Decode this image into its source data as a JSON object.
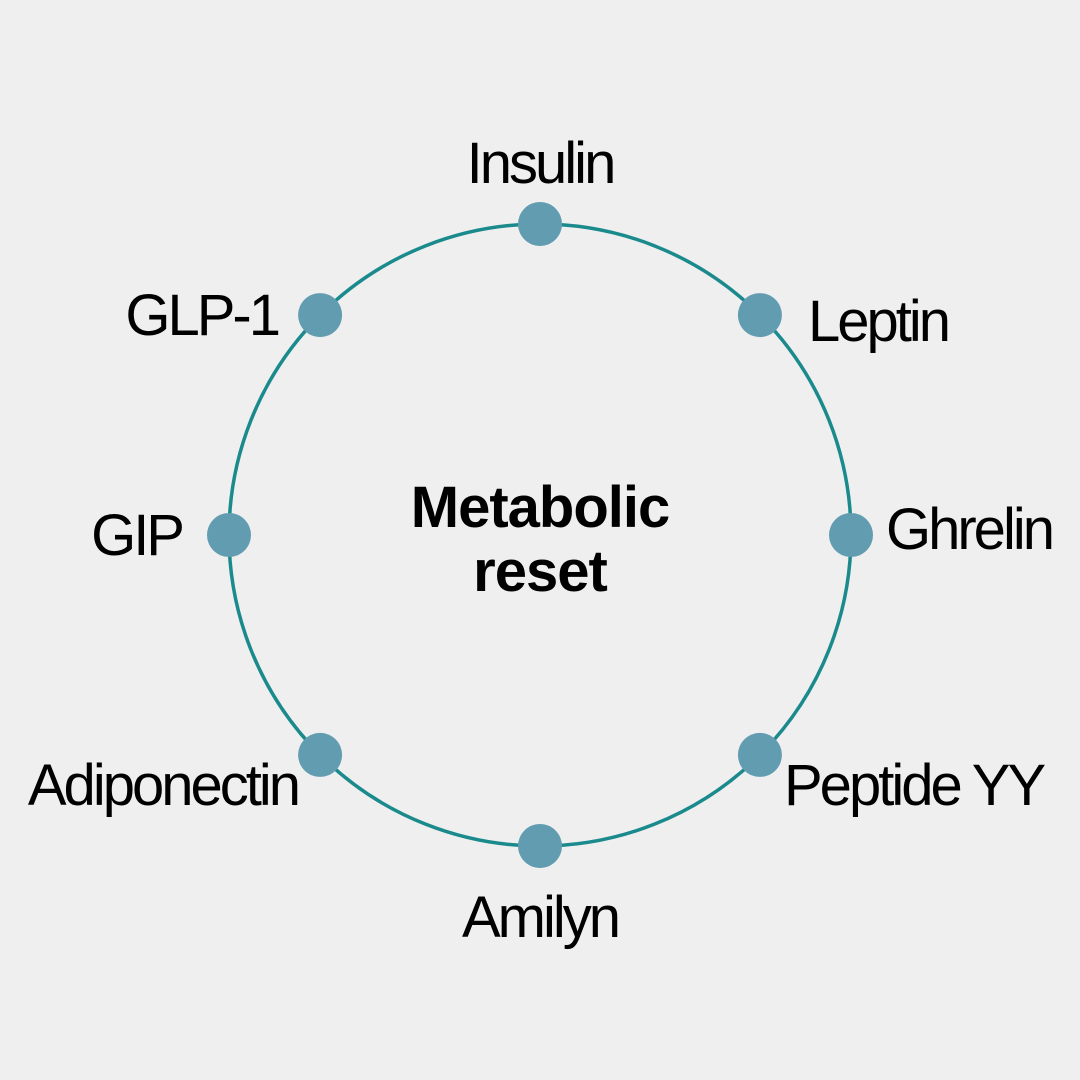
{
  "diagram": {
    "center": {
      "line1": "Metabolic",
      "line2": "reset"
    },
    "nodes": [
      {
        "label": "Insulin"
      },
      {
        "label": "Leptin"
      },
      {
        "label": "Ghrelin"
      },
      {
        "label": "Peptide YY"
      },
      {
        "label": "Amilyn"
      },
      {
        "label": "Adiponectin"
      },
      {
        "label": "GIP"
      },
      {
        "label": "GLP-1"
      }
    ],
    "colors": {
      "ring": "#1a8a8c",
      "node": "#619cb1",
      "background": "#efefef",
      "text": "#000000"
    }
  }
}
